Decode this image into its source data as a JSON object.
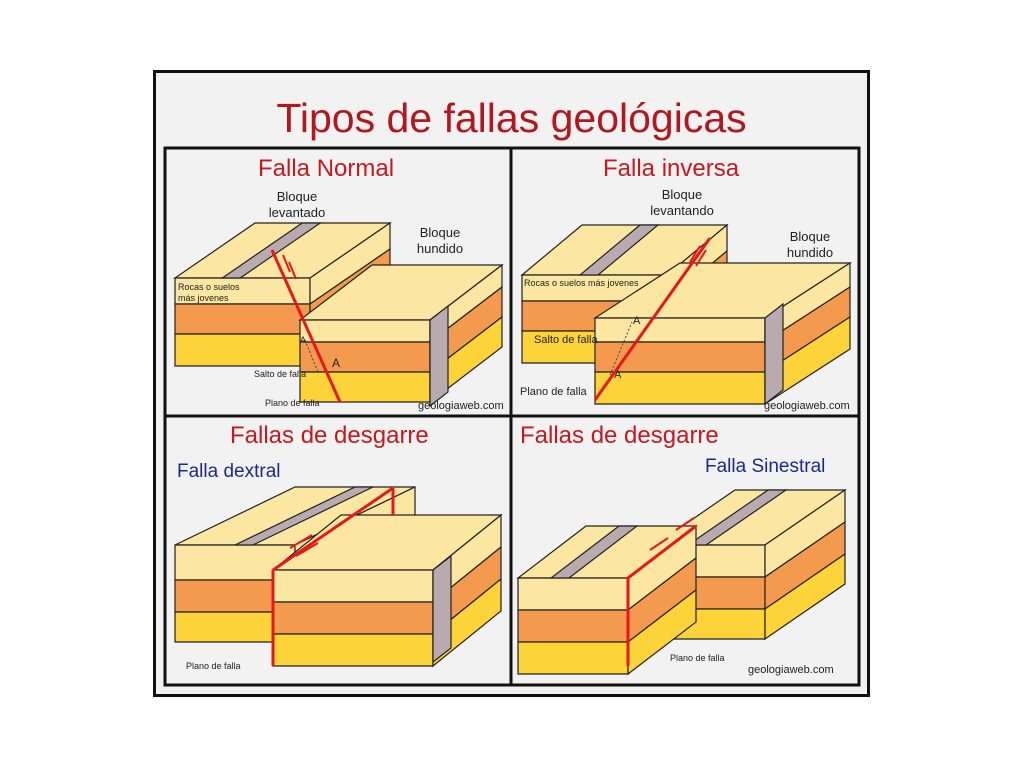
{
  "title": "Tipos de fallas geológicas",
  "colors": {
    "title": "#b3171d",
    "light": "#fbe7a1",
    "orange": "#f39a4e",
    "yellow": "#fdd33a",
    "band": "#b8aaae",
    "fault": "#e3191b",
    "subtitle": "#1a2a8c"
  },
  "panels": [
    {
      "title": "Falla Normal",
      "raised_block": "Bloque levantado",
      "sunk_block": "Bloque hundido",
      "rocks": "Rocas o suelos más jovenes",
      "throw": "Salto de falla",
      "plane": "Plano de falla",
      "marker": "A",
      "credit": "geologiaweb.com"
    },
    {
      "title": "Falla inversa",
      "raised_block": "Bloque levantando",
      "sunk_block": "Bloque hundido",
      "rocks": "Rocas o suelos más jovenes",
      "throw": "Salto de falla",
      "plane": "Plano de falla",
      "marker": "A",
      "credit": "geologiaweb.com"
    },
    {
      "title": "Fallas de desgarre",
      "subtitle": "Falla dextral",
      "plane": "Plano de falla"
    },
    {
      "title": "Fallas de desgarre",
      "subtitle": "Falla Sinestral",
      "plane": "Plano de falla",
      "credit": "geologiaweb.com"
    }
  ]
}
